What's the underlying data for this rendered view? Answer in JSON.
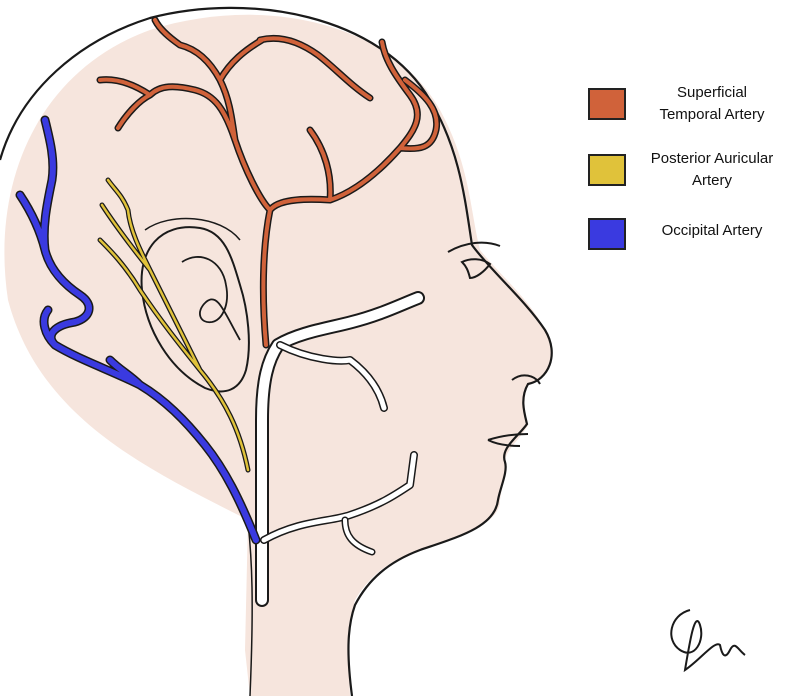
{
  "legend": {
    "items": [
      {
        "id": "superficial-temporal",
        "line1": "Superficial",
        "line2": "Temporal Artery",
        "color": "#d0623a"
      },
      {
        "id": "posterior-auricular",
        "line1": "Posterior Auricular",
        "line2": "Artery",
        "color": "#e0c23a"
      },
      {
        "id": "occipital",
        "line1": "Occipital Artery",
        "line2": "",
        "color": "#3a3ae0"
      }
    ]
  },
  "colors": {
    "skin": "#f6e5dd",
    "outline": "#1a1a1a",
    "external_carotid": "#ffffff"
  },
  "signature": {
    "type": "handwritten-signature"
  }
}
